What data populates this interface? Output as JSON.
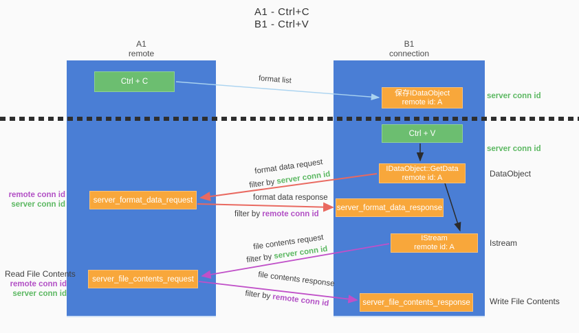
{
  "title": {
    "line1": "A1 - Ctrl+C",
    "line2": "B1 - Ctrl+V"
  },
  "lanes": {
    "left": {
      "name": "A1",
      "role": "remote"
    },
    "right": {
      "name": "B1",
      "role": "connection"
    }
  },
  "boxes": {
    "ctrl_c": {
      "label": "Ctrl + C"
    },
    "save_dataobject": {
      "line1": "保存IDataObject",
      "line2": "remote id: A"
    },
    "ctrl_v": {
      "label": "Ctrl + V"
    },
    "getdata": {
      "line1": "IDataObject::GetData",
      "line2": "remote id: A"
    },
    "format_request": {
      "label": "server_format_data_request"
    },
    "format_response": {
      "label": "server_format_data_response"
    },
    "istream": {
      "line1": "IStream",
      "line2": "remote id: A"
    },
    "file_request": {
      "label": "server_file_contents_request"
    },
    "file_response": {
      "label": "server_file_contents_response"
    }
  },
  "flow_labels": {
    "format_list": "format list",
    "format_data_request": "format data request",
    "format_data_request_filter": {
      "prefix": "filter by ",
      "key": "server conn id"
    },
    "format_data_response": "format data response",
    "format_data_response_filter": {
      "prefix": "filter by ",
      "key": "remote conn id"
    },
    "file_contents_request": "file contents request",
    "file_contents_request_filter": {
      "prefix": "filter by ",
      "key": "server conn id"
    },
    "file_contents_response": "file contents response",
    "file_contents_response_filter": {
      "prefix": "filter by ",
      "key": "remote conn id"
    }
  },
  "annotations": {
    "right": {
      "server_conn_id_top": "server conn id",
      "server_conn_id_mid": "server conn id",
      "dataobject": "DataObject",
      "istream": "Istream",
      "write_file_contents": "Write File Contents"
    },
    "left": {
      "pair1": {
        "remote": "remote conn id",
        "server": "server conn id"
      },
      "read_file_contents": "Read File Contents",
      "pair2": {
        "remote": "remote conn id",
        "server": "server conn id"
      }
    }
  },
  "colors": {
    "lane_blue": "#4a7ed5",
    "box_green": "#6cbe70",
    "box_orange": "#f8a73b",
    "text_green": "#5cb862",
    "text_purple": "#b250c5",
    "arrow_red": "#e96960",
    "arrow_magenta": "#c050c8",
    "arrow_lightblue": "#aad3f0",
    "arrow_black": "#2b2b2b",
    "background": "#fafafa"
  }
}
